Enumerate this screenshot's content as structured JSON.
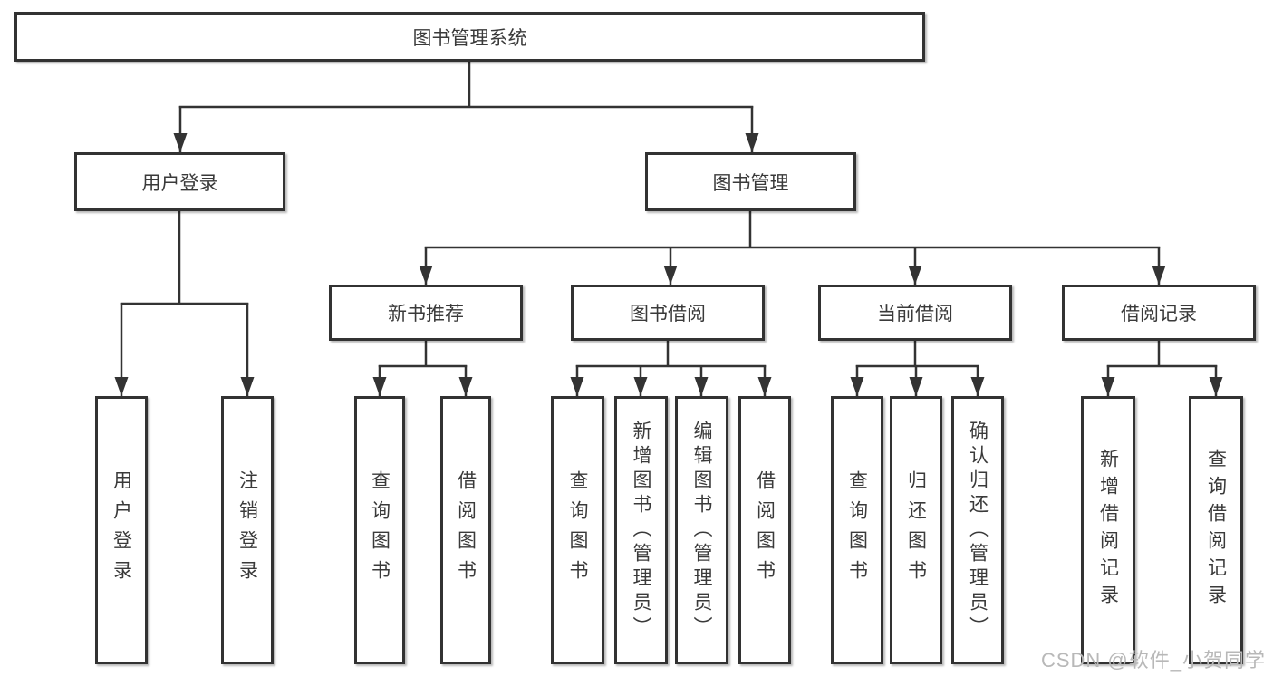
{
  "tree": {
    "root": "图书管理系统",
    "children": [
      {
        "label": "用户登录",
        "children": [
          "用户登录",
          "注销登录"
        ]
      },
      {
        "label": "图书管理",
        "children": [
          {
            "label": "新书推荐",
            "children": [
              "查询图书",
              "借阅图书"
            ]
          },
          {
            "label": "图书借阅",
            "children": [
              "查询图书",
              "新增图书（管理员）",
              "编辑图书（管理员）",
              "借阅图书"
            ]
          },
          {
            "label": "当前借阅",
            "children": [
              "查询图书",
              "归还图书",
              "确认归还（管理员）"
            ]
          },
          {
            "label": "借阅记录",
            "children": [
              "新增借阅记录",
              "查询借阅记录"
            ]
          }
        ]
      }
    ]
  },
  "watermark": {
    "text": "CSDN @软件_小贺同学"
  },
  "colors": {
    "line": "#333333",
    "box_border": "#323232",
    "text": "#3a3a3a",
    "watermark": "#b8b8b8",
    "background": "#ffffff"
  }
}
